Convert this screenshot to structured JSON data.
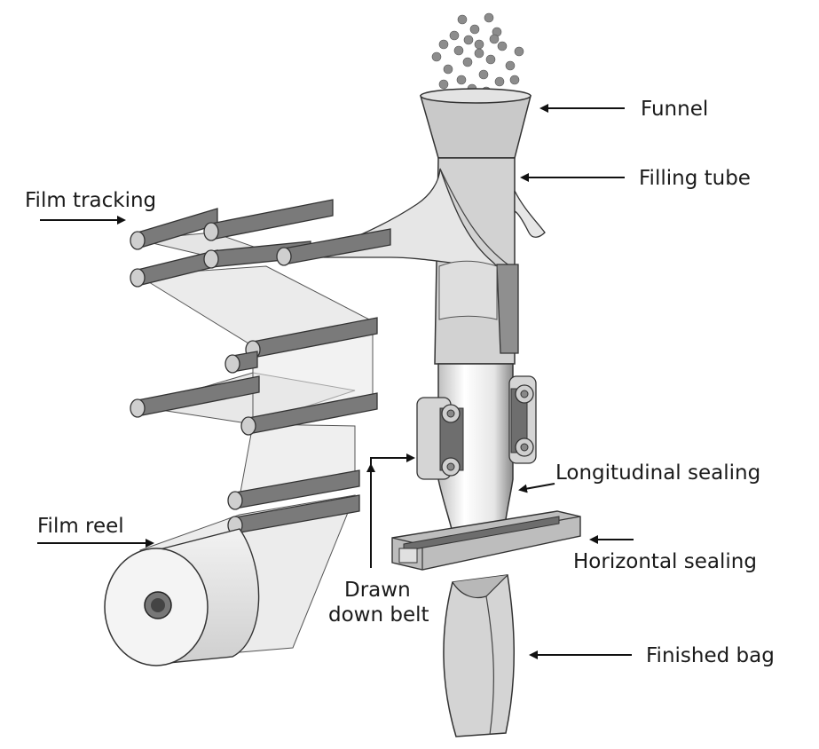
{
  "labels": {
    "funnel": "Funnel",
    "filling_tube": "Filling tube",
    "film_tracking": "Film tracking",
    "longitudinal_sealing": "Longitudinal sealing",
    "horizontal_sealing": "Horizontal sealing",
    "film_reel": "Film reel",
    "drawn_down_belt_line1": "Drawn",
    "drawn_down_belt_line2": "down belt",
    "finished_bag": "Finished bag"
  }
}
